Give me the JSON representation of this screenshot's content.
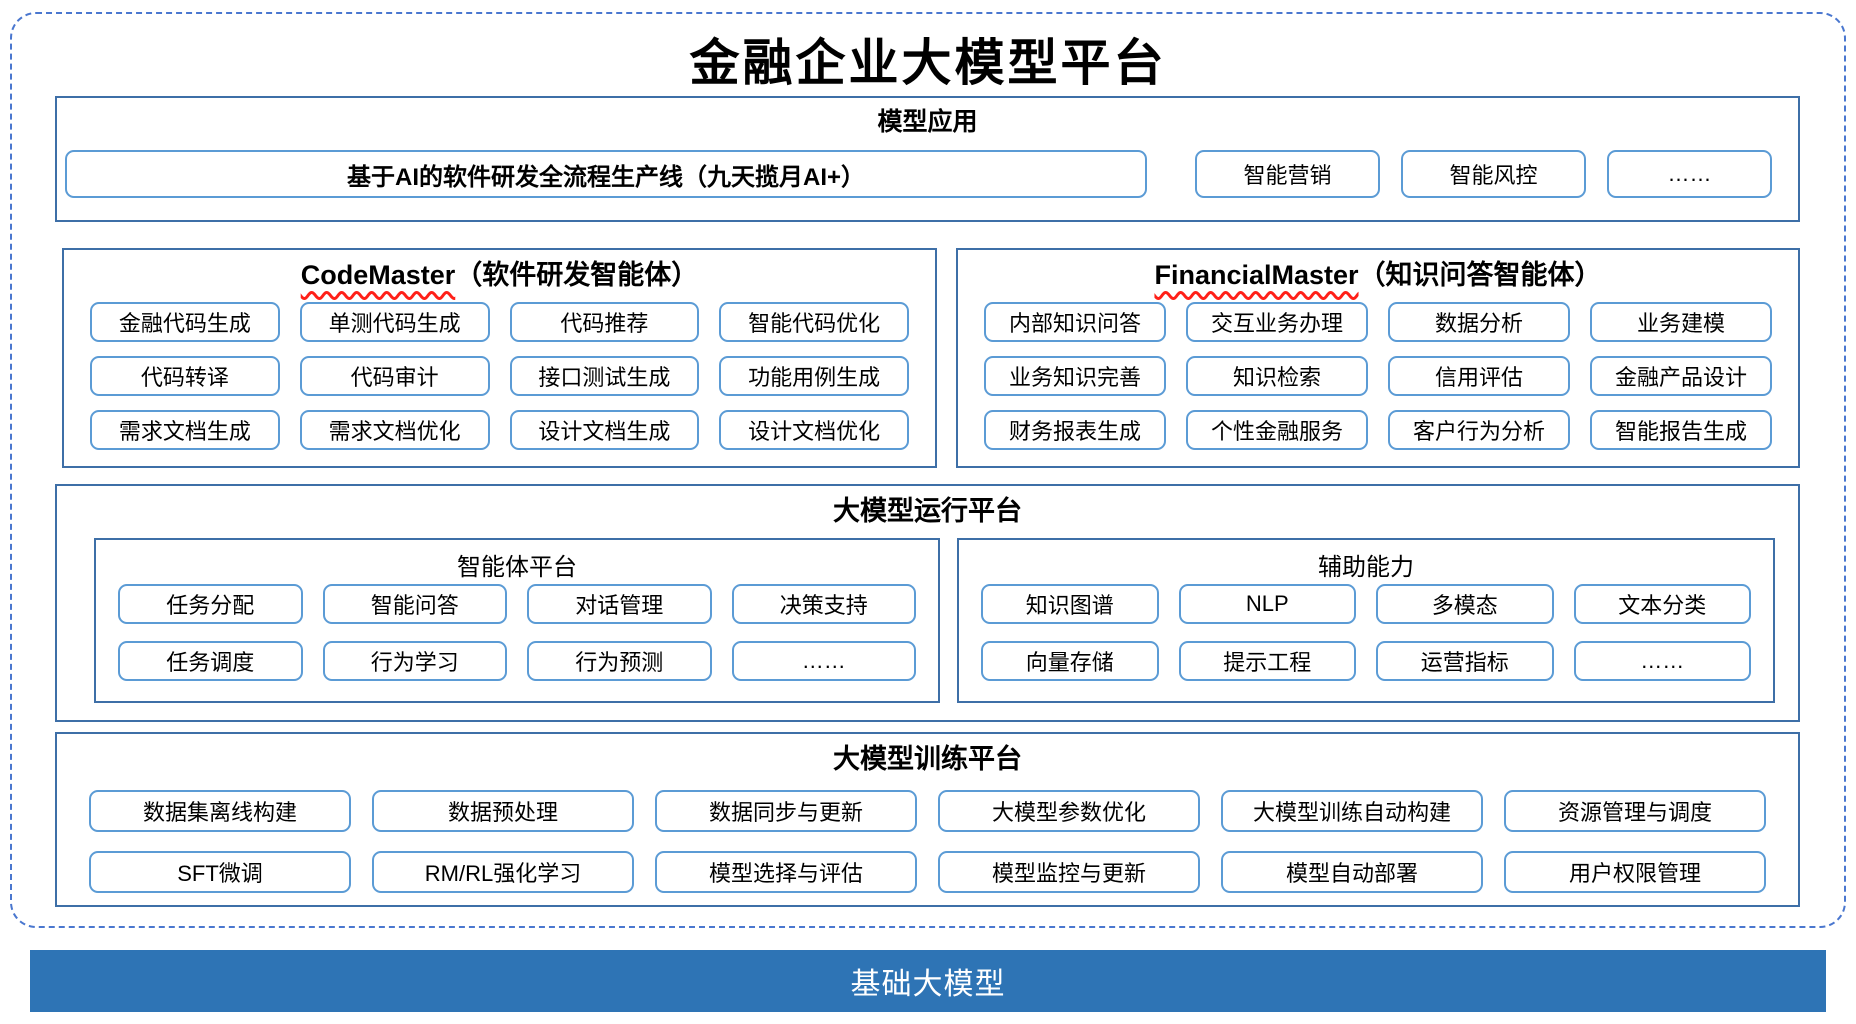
{
  "title": "金融企业大模型平台",
  "colors": {
    "outer_dashed_border": "#4a77cf",
    "section_border": "#3e6fa7",
    "item_border": "#5b9bd5",
    "base_bar_bg": "#2e74b5",
    "base_bar_text": "#ffffff",
    "spellcheck_squiggle": "#ff2018"
  },
  "model_app": {
    "header": "模型应用",
    "main_item": "基于AI的软件研发全流程生产线（九天揽月AI+）",
    "items": [
      "智能营销",
      "智能风控",
      "……"
    ]
  },
  "codemaster": {
    "header_en": "CodeMaster",
    "header_zh": "（软件研发智能体）",
    "items": [
      "金融代码生成",
      "单测代码生成",
      "代码推荐",
      "智能代码优化",
      "代码转译",
      "代码审计",
      "接口测试生成",
      "功能用例生成",
      "需求文档生成",
      "需求文档优化",
      "设计文档生成",
      "设计文档优化"
    ]
  },
  "financialmaster": {
    "header_en": "FinancialMaster",
    "header_zh": "（知识问答智能体）",
    "items": [
      "内部知识问答",
      "交互业务办理",
      "数据分析",
      "业务建模",
      "业务知识完善",
      "知识检索",
      "信用评估",
      "金融产品设计",
      "财务报表生成",
      "个性金融服务",
      "客户行为分析",
      "智能报告生成"
    ]
  },
  "runtime": {
    "header": "大模型运行平台",
    "agent_platform": {
      "header": "智能体平台",
      "items": [
        "任务分配",
        "智能问答",
        "对话管理",
        "决策支持",
        "任务调度",
        "行为学习",
        "行为预测",
        "……"
      ]
    },
    "aux_ability": {
      "header": "辅助能力",
      "items": [
        "知识图谱",
        "NLP",
        "多模态",
        "文本分类",
        "向量存储",
        "提示工程",
        "运营指标",
        "……"
      ]
    }
  },
  "training": {
    "header": "大模型训练平台",
    "items": [
      "数据集离线构建",
      "数据预处理",
      "数据同步与更新",
      "大模型参数优化",
      "大模型训练自动构建",
      "资源管理与调度",
      "SFT微调",
      "RM/RL强化学习",
      "模型选择与评估",
      "模型监控与更新",
      "模型自动部署",
      "用户权限管理"
    ]
  },
  "base": {
    "label": "基础大模型"
  }
}
